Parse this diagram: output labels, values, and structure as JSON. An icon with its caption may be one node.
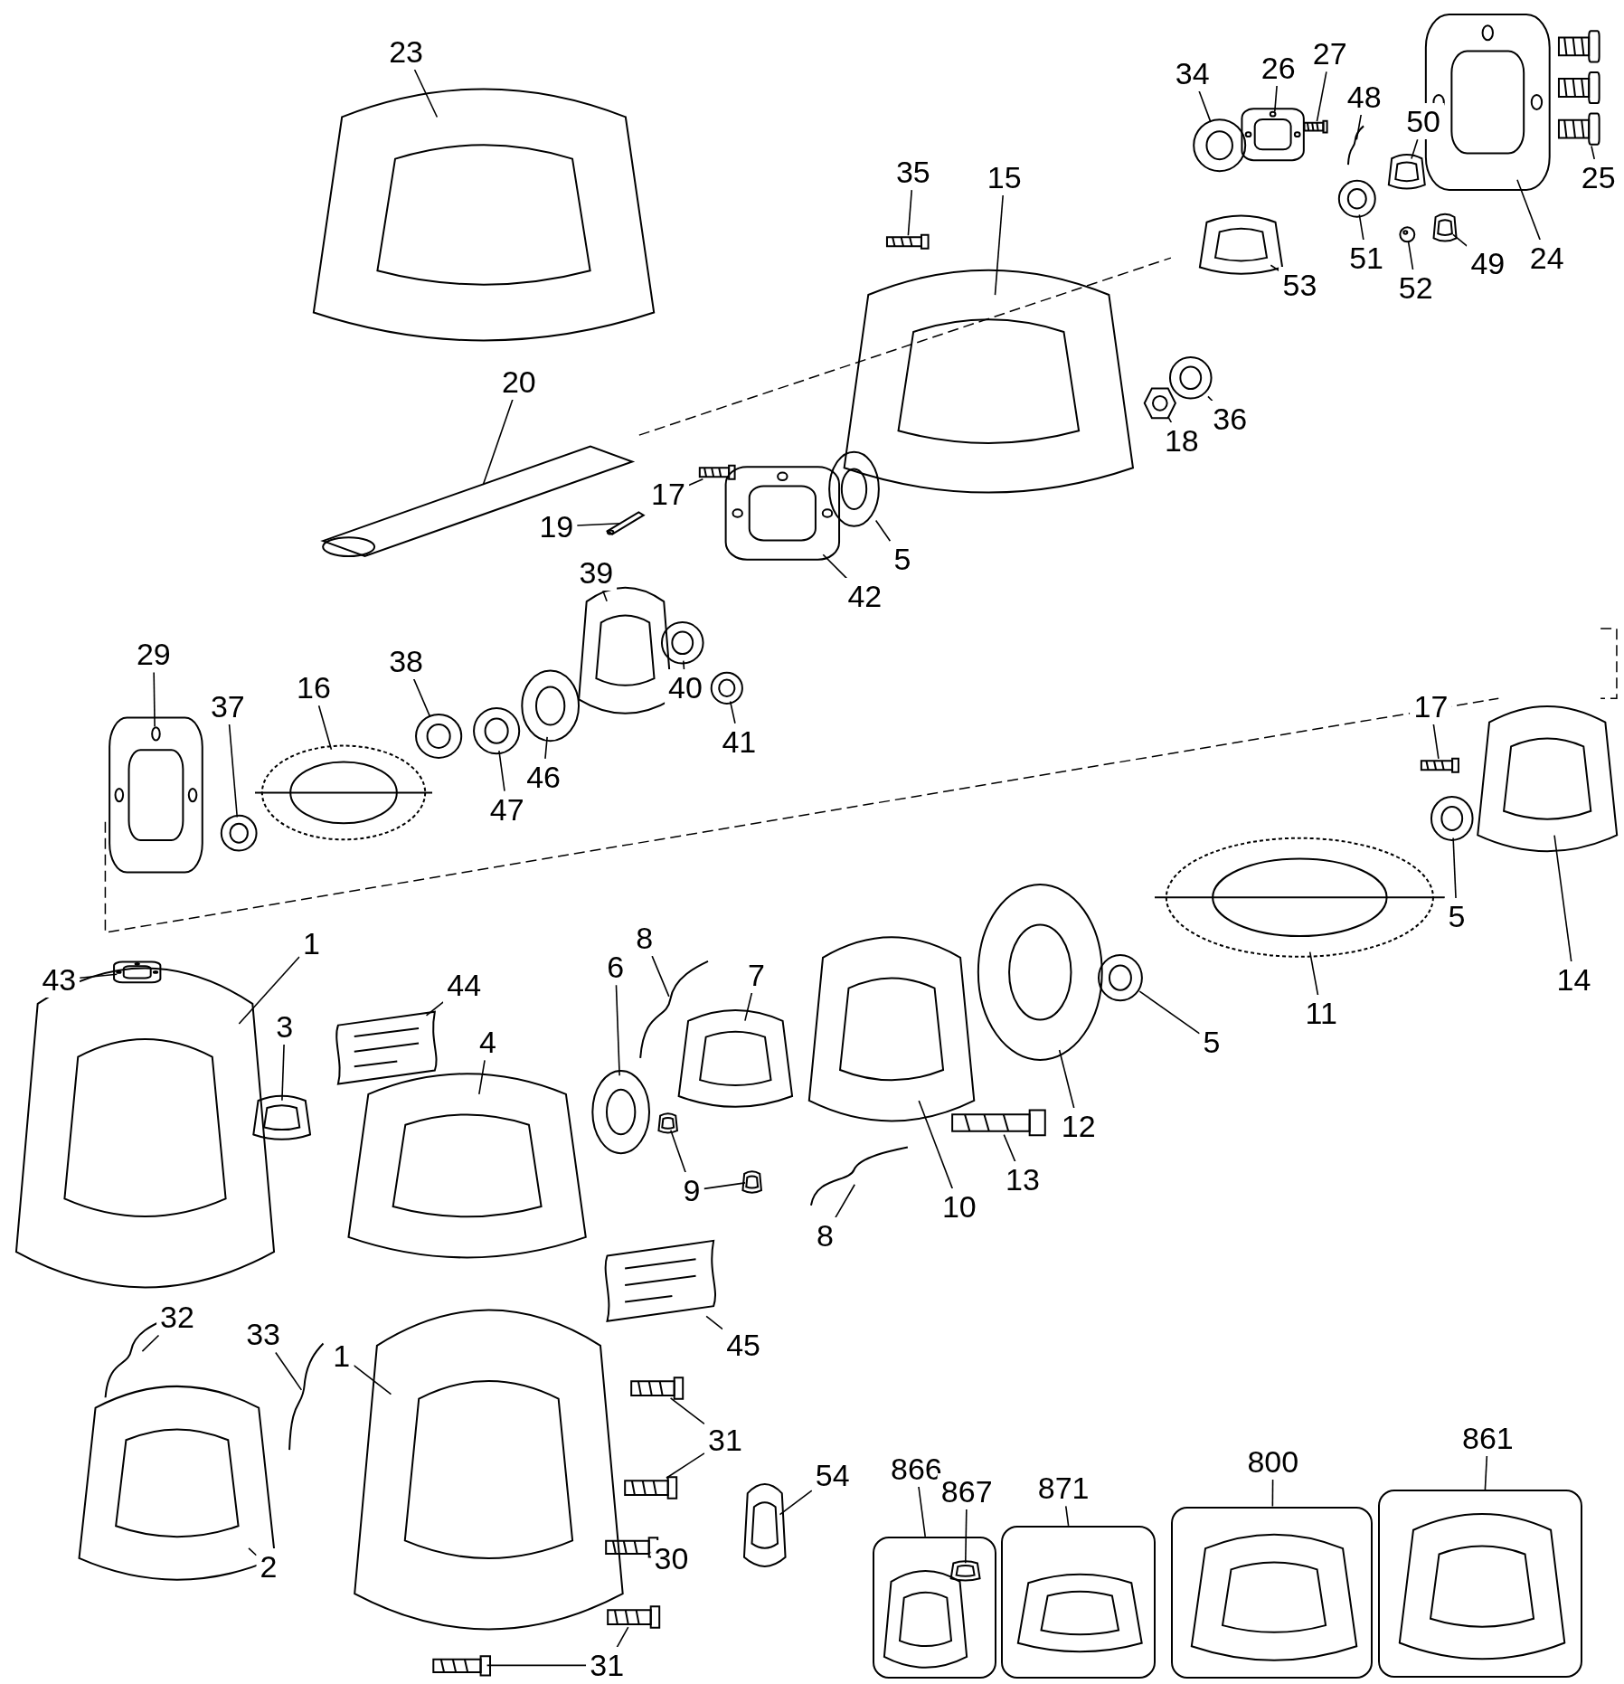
{
  "diagram": {
    "nodes": [
      {
        "text": [
          "23"
        ]
      },
      {
        "text": [],
        "shape": "picture"
      },
      {
        "text": [
          "35"
        ]
      },
      {
        "text": [],
        "shape": "picture"
      },
      {
        "text": [
          "15"
        ]
      },
      {
        "text": [],
        "shape": "picture"
      },
      {
        "text": [
          "34"
        ]
      },
      {
        "text": [],
        "shape": "picture"
      },
      {
        "text": [
          "26"
        ]
      },
      {
        "text": [],
        "shape": "picture"
      },
      {
        "text": [
          "27"
        ]
      },
      {
        "text": [],
        "shape": "picture"
      },
      {
        "text": [
          "48"
        ]
      },
      {
        "text": [],
        "shape": "picture"
      },
      {
        "text": [
          "50"
        ]
      },
      {
        "text": [],
        "shape": "picture"
      },
      {
        "text": [
          "51"
        ]
      },
      {
        "text": [],
        "shape": "picture"
      },
      {
        "text": [
          "52"
        ]
      },
      {
        "text": [],
        "shape": "picture"
      },
      {
        "text": [
          "49"
        ]
      },
      {
        "text": [],
        "shape": "picture"
      },
      {
        "text": [
          "53"
        ]
      },
      {
        "text": [],
        "shape": "picture"
      },
      {
        "text": [
          "24"
        ]
      },
      {
        "text": [],
        "shape": "picture"
      },
      {
        "text": [
          "25"
        ]
      },
      {
        "text": [],
        "shape": "picture"
      },
      {
        "text": [
          "18"
        ]
      },
      {
        "text": [],
        "shape": "picture"
      },
      {
        "text": [
          "36"
        ]
      },
      {
        "text": [],
        "shape": "picture"
      },
      {
        "text": [
          "20"
        ]
      },
      {
        "text": [],
        "shape": "picture"
      },
      {
        "text": [
          "17"
        ]
      },
      {
        "text": [],
        "shape": "picture"
      },
      {
        "text": [
          "19"
        ]
      },
      {
        "text": [],
        "shape": "picture"
      },
      {
        "text": [
          "42"
        ]
      },
      {
        "text": [],
        "shape": "picture"
      },
      {
        "text": [
          "5"
        ]
      },
      {
        "text": [],
        "shape": "picture"
      },
      {
        "text": [
          "39"
        ]
      },
      {
        "text": [],
        "shape": "picture"
      },
      {
        "text": [
          "29"
        ]
      },
      {
        "text": [],
        "shape": "picture"
      },
      {
        "text": [
          "37"
        ]
      },
      {
        "text": [],
        "shape": "picture"
      },
      {
        "text": [
          "16"
        ]
      },
      {
        "text": [],
        "shape": "picture"
      },
      {
        "text": [
          "38"
        ]
      },
      {
        "text": [],
        "shape": "picture"
      },
      {
        "text": [
          "47"
        ]
      },
      {
        "text": [],
        "shape": "picture"
      },
      {
        "text": [
          "46"
        ]
      },
      {
        "text": [],
        "shape": "picture"
      },
      {
        "text": [
          "40"
        ]
      },
      {
        "text": [],
        "shape": "picture"
      },
      {
        "text": [
          "41"
        ]
      },
      {
        "text": [],
        "shape": "picture"
      },
      {
        "text": [
          "17"
        ]
      },
      {
        "text": [],
        "shape": "picture"
      },
      {
        "text": [
          "5"
        ]
      },
      {
        "text": [],
        "shape": "picture"
      },
      {
        "text": [
          "14"
        ]
      },
      {
        "text": [],
        "shape": "picture"
      },
      {
        "text": [
          "11"
        ]
      },
      {
        "text": [],
        "shape": "picture"
      },
      {
        "text": [
          "5"
        ]
      },
      {
        "text": [],
        "shape": "picture"
      },
      {
        "text": [
          "12"
        ]
      },
      {
        "text": [],
        "shape": "picture"
      },
      {
        "text": [
          "13"
        ]
      },
      {
        "text": [],
        "shape": "picture"
      },
      {
        "text": [
          "10"
        ]
      },
      {
        "text": [],
        "shape": "picture"
      },
      {
        "text": [
          "7"
        ]
      },
      {
        "text": [],
        "shape": "picture"
      },
      {
        "text": [
          "8"
        ]
      },
      {
        "text": [],
        "shape": "picture"
      },
      {
        "text": [
          "8"
        ]
      },
      {
        "text": [],
        "shape": "picture"
      },
      {
        "text": [
          "9"
        ]
      },
      {
        "text": [],
        "shape": "picture"
      },
      {
        "text": [
          "6"
        ]
      },
      {
        "text": [],
        "shape": "picture"
      },
      {
        "text": [
          "4"
        ]
      },
      {
        "text": [],
        "shape": "picture"
      },
      {
        "text": [
          "44"
        ]
      },
      {
        "text": [],
        "shape": "picture"
      },
      {
        "text": [
          "43"
        ]
      },
      {
        "text": [],
        "shape": "picture"
      },
      {
        "text": [
          "1"
        ]
      },
      {
        "text": [],
        "shape": "picture"
      },
      {
        "text": [
          "3"
        ]
      },
      {
        "text": [],
        "shape": "picture"
      },
      {
        "text": [
          "45"
        ]
      },
      {
        "text": [],
        "shape": "picture"
      },
      {
        "text": [
          "32"
        ]
      },
      {
        "text": [],
        "shape": "picture"
      },
      {
        "text": [
          "33"
        ]
      },
      {
        "text": [],
        "shape": "picture"
      },
      {
        "text": [
          "2"
        ]
      },
      {
        "text": [],
        "shape": "picture"
      },
      {
        "text": [
          "1"
        ]
      },
      {
        "text": [],
        "shape": "picture"
      },
      {
        "text": [
          "31"
        ]
      },
      {
        "text": [],
        "shape": "picture"
      },
      {
        "text": [],
        "shape": "picture"
      },
      {
        "text": [
          "30"
        ]
      },
      {
        "text": [],
        "shape": "picture"
      },
      {
        "text": [
          "31"
        ]
      },
      {
        "text": [],
        "shape": "picture"
      },
      {
        "text": [],
        "shape": "picture"
      },
      {
        "text": [
          "54"
        ]
      },
      {
        "text": [],
        "shape": "picture"
      },
      {
        "text": [
          "866"
        ]
      },
      {
        "text": [],
        "shape": "box"
      },
      {
        "text": [],
        "shape": "picture",
        "in": 117
      },
      {
        "text": [
          "867"
        ]
      },
      {
        "text": [],
        "shape": "picture",
        "in": 117
      },
      {
        "text": [
          "871"
        ]
      },
      {
        "text": [],
        "shape": "box"
      },
      {
        "text": [],
        "shape": "picture",
        "in": 122
      },
      {
        "text": [
          "800"
        ]
      },
      {
        "text": [],
        "shape": "box"
      },
      {
        "text": [],
        "shape": "picture",
        "in": 125
      },
      {
        "text": [
          "861"
        ]
      },
      {
        "text": [],
        "shape": "box"
      },
      {
        "text": [],
        "shape": "picture",
        "in": 128
      },
      {
        "text": [],
        "shape": "picture"
      }
    ],
    "edges": [
      {
        "from": 0,
        "to": 1,
        "arrow": "none"
      },
      {
        "from": 2,
        "to": 3,
        "arrow": "none"
      },
      {
        "from": 4,
        "to": 5,
        "arrow": "none"
      },
      {
        "from": 6,
        "to": 7,
        "arrow": "none"
      },
      {
        "from": 8,
        "to": 9,
        "arrow": "none"
      },
      {
        "from": 10,
        "to": 11,
        "arrow": "none"
      },
      {
        "from": 12,
        "to": 13,
        "arrow": "none"
      },
      {
        "from": 14,
        "to": 15,
        "arrow": "none"
      },
      {
        "from": 16,
        "to": 17,
        "arrow": "none"
      },
      {
        "from": 18,
        "to": 19,
        "arrow": "none"
      },
      {
        "from": 20,
        "to": 21,
        "arrow": "none"
      },
      {
        "from": 22,
        "to": 23,
        "arrow": "none"
      },
      {
        "from": 24,
        "to": 25,
        "arrow": "none"
      },
      {
        "from": 26,
        "to": 27,
        "arrow": "none"
      },
      {
        "from": 28,
        "to": 29,
        "arrow": "none"
      },
      {
        "from": 30,
        "to": 31,
        "arrow": "none"
      },
      {
        "from": 32,
        "to": 33,
        "arrow": "none"
      },
      {
        "from": 34,
        "to": 35,
        "arrow": "none"
      },
      {
        "from": 36,
        "to": 37,
        "arrow": "none"
      },
      {
        "from": 38,
        "to": 39,
        "arrow": "none"
      },
      {
        "from": 40,
        "to": 41,
        "arrow": "none"
      },
      {
        "from": 42,
        "to": 43,
        "arrow": "none"
      },
      {
        "from": 44,
        "to": 45,
        "arrow": "none"
      },
      {
        "from": 46,
        "to": 47,
        "arrow": "none"
      },
      {
        "from": 48,
        "to": 49,
        "arrow": "none"
      },
      {
        "from": 50,
        "to": 51,
        "arrow": "none"
      },
      {
        "from": 52,
        "to": 53,
        "arrow": "none"
      },
      {
        "from": 54,
        "to": 55,
        "arrow": "none"
      },
      {
        "from": 56,
        "to": 57,
        "arrow": "none"
      },
      {
        "from": 58,
        "to": 59,
        "arrow": "none"
      },
      {
        "from": 60,
        "to": 61,
        "arrow": "none"
      },
      {
        "from": 62,
        "to": 63,
        "arrow": "none"
      },
      {
        "from": 64,
        "to": 65,
        "arrow": "none"
      },
      {
        "from": 66,
        "to": 67,
        "arrow": "none"
      },
      {
        "from": 68,
        "to": 69,
        "arrow": "none"
      },
      {
        "from": 70,
        "to": 71,
        "arrow": "none"
      },
      {
        "from": 72,
        "to": 73,
        "arrow": "none"
      },
      {
        "from": 74,
        "to": 75,
        "arrow": "none"
      },
      {
        "from": 76,
        "to": 77,
        "arrow": "none"
      },
      {
        "from": 78,
        "to": 79,
        "arrow": "none"
      },
      {
        "from": 80,
        "to": 81,
        "arrow": "none"
      },
      {
        "from": 82,
        "to": 83,
        "arrow": "none"
      },
      {
        "from": 82,
        "to": 130,
        "arrow": "none"
      },
      {
        "from": 84,
        "to": 85,
        "arrow": "none"
      },
      {
        "from": 86,
        "to": 87,
        "arrow": "none"
      },
      {
        "from": 88,
        "to": 89,
        "arrow": "none"
      },
      {
        "from": 90,
        "to": 91,
        "arrow": "none"
      },
      {
        "from": 92,
        "to": 93,
        "arrow": "none"
      },
      {
        "from": 94,
        "to": 95,
        "arrow": "none"
      },
      {
        "from": 96,
        "to": 97,
        "arrow": "none"
      },
      {
        "from": 98,
        "to": 99,
        "arrow": "none"
      },
      {
        "from": 100,
        "to": 101,
        "arrow": "none"
      },
      {
        "from": 102,
        "to": 103,
        "arrow": "none"
      },
      {
        "from": 104,
        "to": 105,
        "arrow": "none"
      },
      {
        "from": 106,
        "to": 107,
        "arrow": "none"
      },
      {
        "from": 106,
        "to": 108,
        "arrow": "none"
      },
      {
        "from": 109,
        "to": 110,
        "arrow": "none"
      },
      {
        "from": 111,
        "to": 112,
        "arrow": "none"
      },
      {
        "from": 111,
        "to": 113,
        "arrow": "none"
      },
      {
        "from": 114,
        "to": 115,
        "arrow": "none"
      },
      {
        "from": 116,
        "to": 117,
        "arrow": "none"
      },
      {
        "from": 119,
        "to": 120,
        "arrow": "none"
      },
      {
        "from": 121,
        "to": 122,
        "arrow": "none"
      },
      {
        "from": 124,
        "to": 125,
        "arrow": "none"
      },
      {
        "from": 127,
        "to": 128,
        "arrow": "none"
      }
    ]
  }
}
